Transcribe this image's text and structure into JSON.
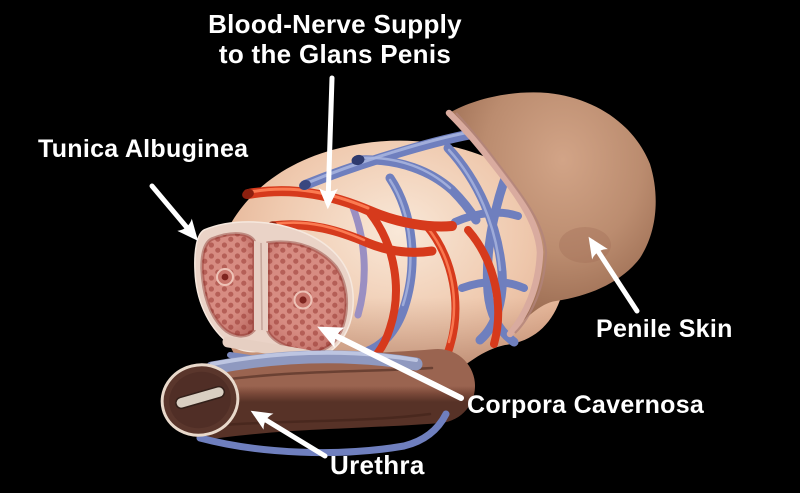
{
  "title": {
    "line1": "Blood-Nerve Supply",
    "line2": "to the Glans Penis"
  },
  "labels": {
    "tunica_albuginea": "Tunica Albuginea",
    "penile_skin": "Penile Skin",
    "corpora_cavernosa": "Corpora Cavernosa",
    "urethra": "Urethra"
  },
  "colors": {
    "background": "#000000",
    "label_text": "#ffffff",
    "arrow_white": "#ffffff",
    "artery_red": "#d63a1c",
    "artery_highlight": "#ff8258",
    "vein_blue": "#6f7fbe",
    "vein_highlight": "#aab6e0",
    "vein_lavender": "#9a8fc2",
    "skin_tan": "#b98a6e",
    "shaft_flesh": "#ecc3a8",
    "tunica_rim": "#ead3c7",
    "cavernosa_tissue": "#d78c82",
    "cavernosa_dots": "#b25a52",
    "septum": "#e8cfc4",
    "spongiosum_brown": "#7c4a3a",
    "urethra_lumen": "#d9cfc2"
  }
}
